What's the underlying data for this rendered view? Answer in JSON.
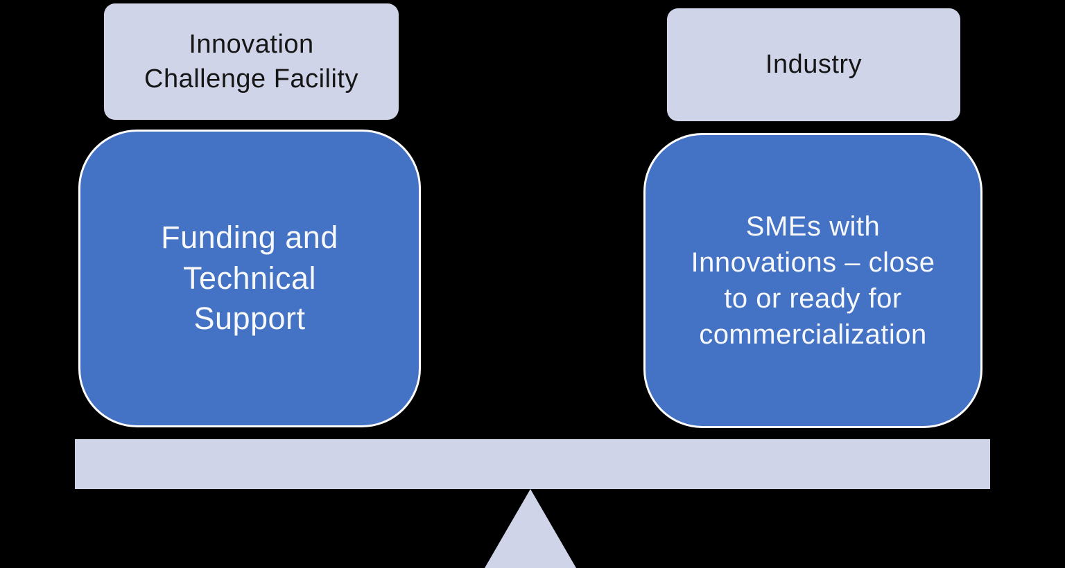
{
  "palette": {
    "background": "#000000",
    "lavender": "#D0D4E8",
    "blue": "#4472C4",
    "box_border": "#FFFFFF",
    "dark_text": "#161616",
    "light_text": "#F7F8FA"
  },
  "left": {
    "label": {
      "lines": [
        "Innovation",
        "Challenge Facility"
      ]
    },
    "pan": {
      "lines": [
        "Funding and",
        "Technical",
        "Support"
      ]
    }
  },
  "right": {
    "label": {
      "lines": [
        "Industry"
      ]
    },
    "pan": {
      "lines": [
        "SMEs with",
        "Innovations – close",
        "to or ready for",
        "commercialization"
      ]
    }
  }
}
